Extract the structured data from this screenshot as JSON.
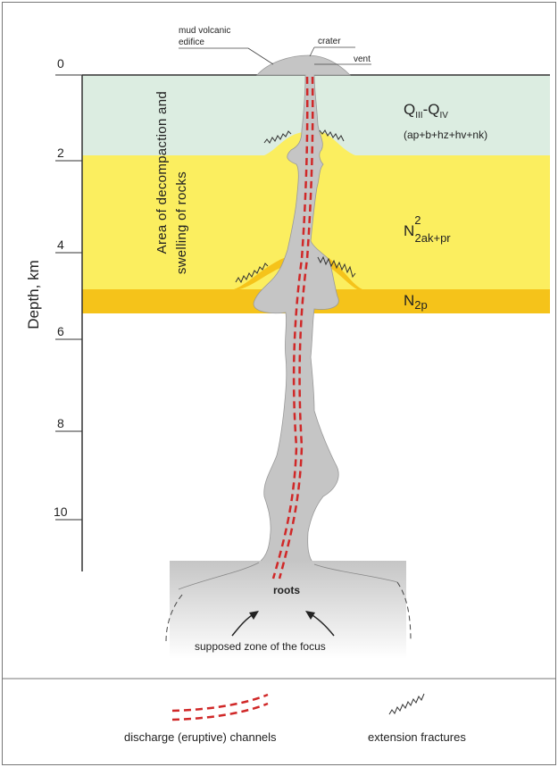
{
  "diagram": {
    "axis": {
      "label": "Depth, km",
      "ticks": [
        "0",
        "2",
        "4",
        "6",
        "8",
        "10"
      ]
    },
    "annotations": {
      "mud_volcanic_edifice": [
        "mud volcanic",
        "edifice"
      ],
      "crater": "crater",
      "vent": "vent",
      "roots": "roots",
      "focus": "supposed zone of the focus",
      "decompaction": [
        "Area of decompaction and",
        "swelling of rocks"
      ]
    },
    "units": [
      {
        "main": "Q",
        "sub1": "III",
        "dash": "-Q",
        "sub2": "IV",
        "note": "(ap+b+hz+hv+nk)",
        "color": "#dcede1"
      },
      {
        "main": "N",
        "sup": "2",
        "sub": "2ak+pr",
        "color": "#fbee5f"
      },
      {
        "main": "N",
        "sub": "2p",
        "color": "#f5c31a"
      }
    ],
    "colors": {
      "body": "#c5c5c5",
      "channel": "#d02828",
      "frame": "#555555"
    }
  },
  "legend": {
    "channels": "discharge (eruptive) channels",
    "fractures": "extension fractures"
  }
}
